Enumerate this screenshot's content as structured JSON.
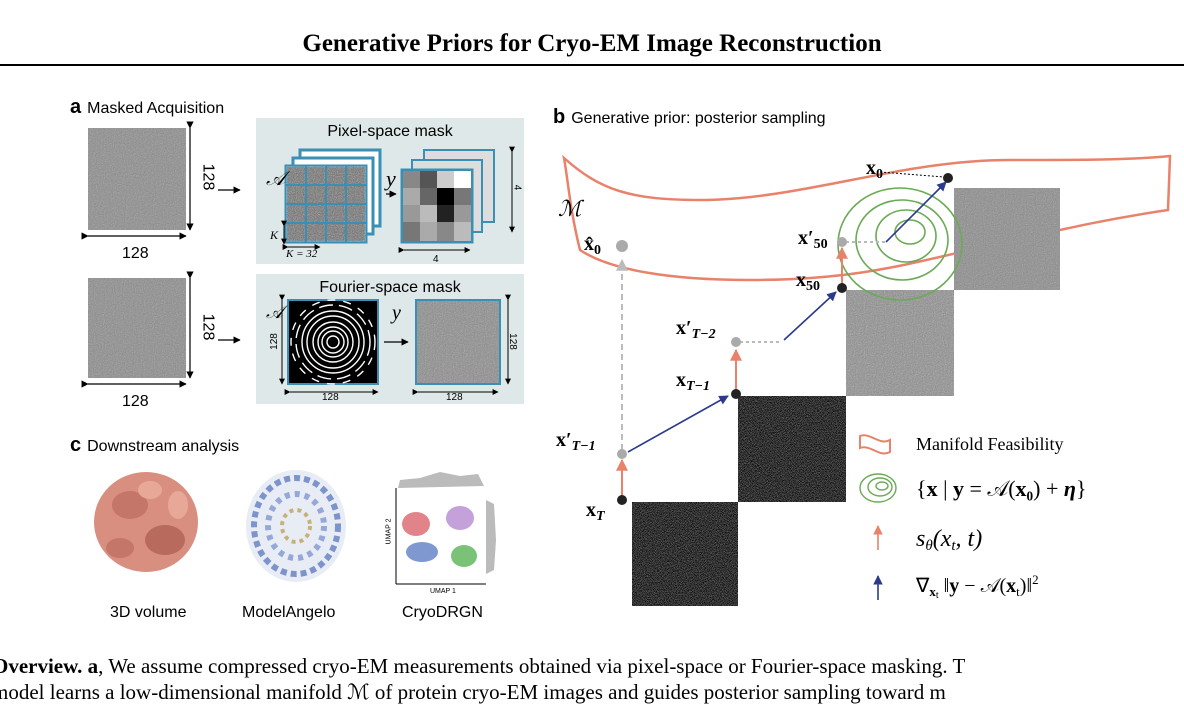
{
  "header": {
    "title": "Generative Priors for Cryo-EM Image Reconstruction"
  },
  "panel_a": {
    "letter": "a",
    "title": "Masked Acquisition",
    "dim_128_a": "128",
    "dim_128_b": "128",
    "dim_128_c": "128",
    "dim_128_d": "128",
    "pixel_mask_title": "Pixel-space mask",
    "fourier_mask_title": "Fourier-space mask",
    "op_A": "𝒜",
    "op_A2": "𝒜",
    "meas_y": "y",
    "meas_y2": "y",
    "k_label": "K",
    "k_eq": "K = 32",
    "four_a": "4",
    "four_b": "4",
    "f128_left": "128",
    "f128_bottom": "128",
    "f128_right": "128",
    "f128_bottom2": "128"
  },
  "panel_b": {
    "letter": "b",
    "title": "Generative prior: posterior sampling",
    "manifold": "ℳ",
    "legend": {
      "manifold_feasibility": "Manifold Feasibility"
    }
  },
  "panel_c": {
    "letter": "c",
    "title": "Downstream analysis",
    "items": [
      "3D volume",
      "ModelAngelo",
      "CryoDRGN"
    ],
    "umap1": "UMAP 1",
    "umap2": "UMAP 2"
  },
  "caption": {
    "line1": "Overview. a, We assume compressed cryo-EM measurements obtained via pixel-space or Fourier-space masking. T",
    "line2": "model learns a low-dimensional manifold ℳ of protein cryo-EM images and guides posterior sampling toward m"
  },
  "colors": {
    "orange": "#e8826a",
    "navy": "#2b3a8c",
    "green": "#6aaa55",
    "mask_bg": "#dfe8e8",
    "frame_blue": "#3a8fb5"
  }
}
